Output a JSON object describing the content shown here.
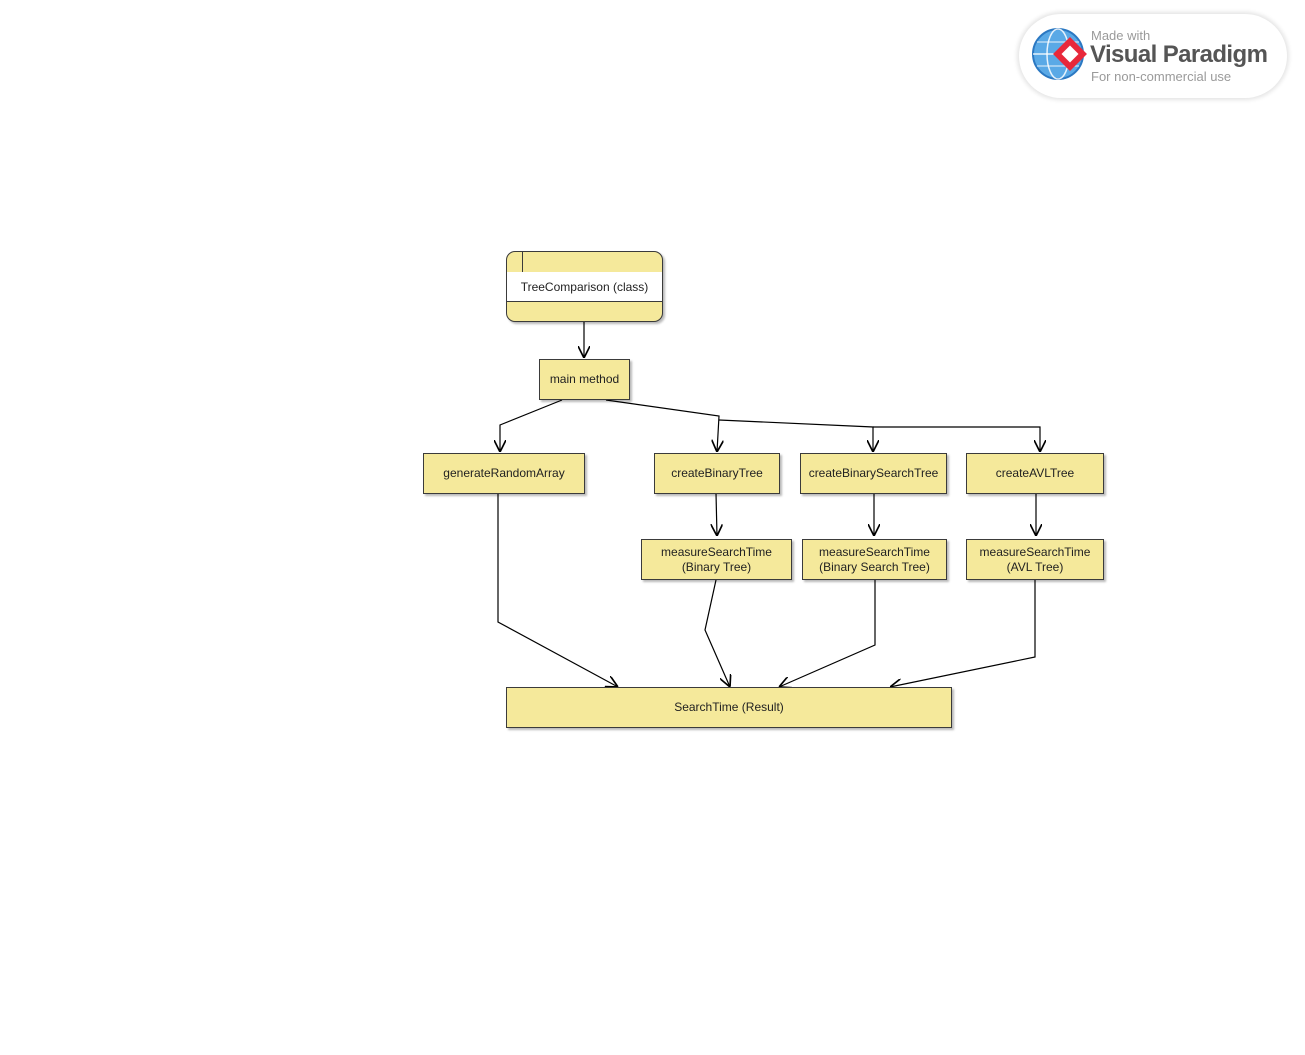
{
  "watermark": {
    "made_with": "Made with",
    "brand": "Visual Paradigm",
    "note": "For non-commercial use"
  },
  "diagram": {
    "class_node": "TreeComparison (class)",
    "main": "main method",
    "generate": "generateRandomArray",
    "create_binary": "createBinaryTree",
    "create_bst": "createBinarySearchTree",
    "create_avl": "createAVLTree",
    "measure_binary": "measureSearchTime\n(Binary Tree)",
    "measure_bst": "measureSearchTime\n(Binary Search Tree)",
    "measure_avl": "measureSearchTime\n(AVL Tree)",
    "result": "SearchTime (Result)"
  },
  "colors": {
    "node_fill": "#f5e99b",
    "node_border": "#3b3b3b",
    "edge": "#000000"
  }
}
